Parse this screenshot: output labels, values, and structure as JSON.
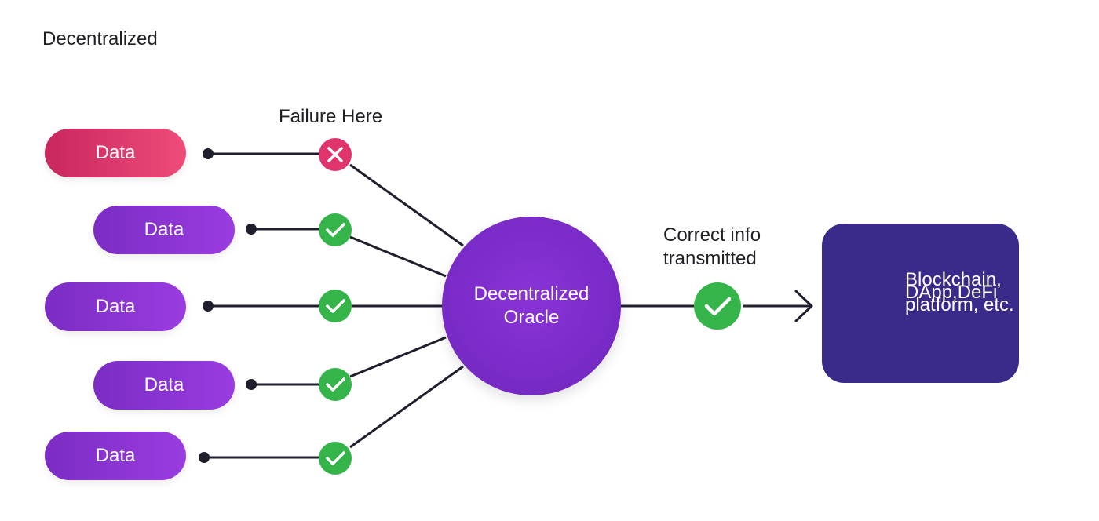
{
  "title": "Decentralized",
  "failure_label": "Failure Here",
  "sources": [
    {
      "label": "Data",
      "status": "failure"
    },
    {
      "label": "Data",
      "status": "ok"
    },
    {
      "label": "Data",
      "status": "ok"
    },
    {
      "label": "Data",
      "status": "ok"
    },
    {
      "label": "Data",
      "status": "ok"
    }
  ],
  "oracle": {
    "line1": "Decentralized",
    "line2": "Oracle"
  },
  "transmission": {
    "line1": "Correct info",
    "line2": "transmitted",
    "status": "ok"
  },
  "destination": {
    "line1": "Blockchain,",
    "line2": "DApp,DeFi",
    "line3": "platform, etc."
  },
  "icons": {
    "check": "check-circle-icon",
    "cross": "cross-circle-icon",
    "arrow": "arrow-right-icon",
    "dot": "connector-dot-icon"
  },
  "colors": {
    "failure": "#e0356c",
    "ok_green": "#35b44a",
    "purple": "#7b2cc4",
    "platform": "#3a2b8a",
    "line": "#1f1f2e"
  }
}
